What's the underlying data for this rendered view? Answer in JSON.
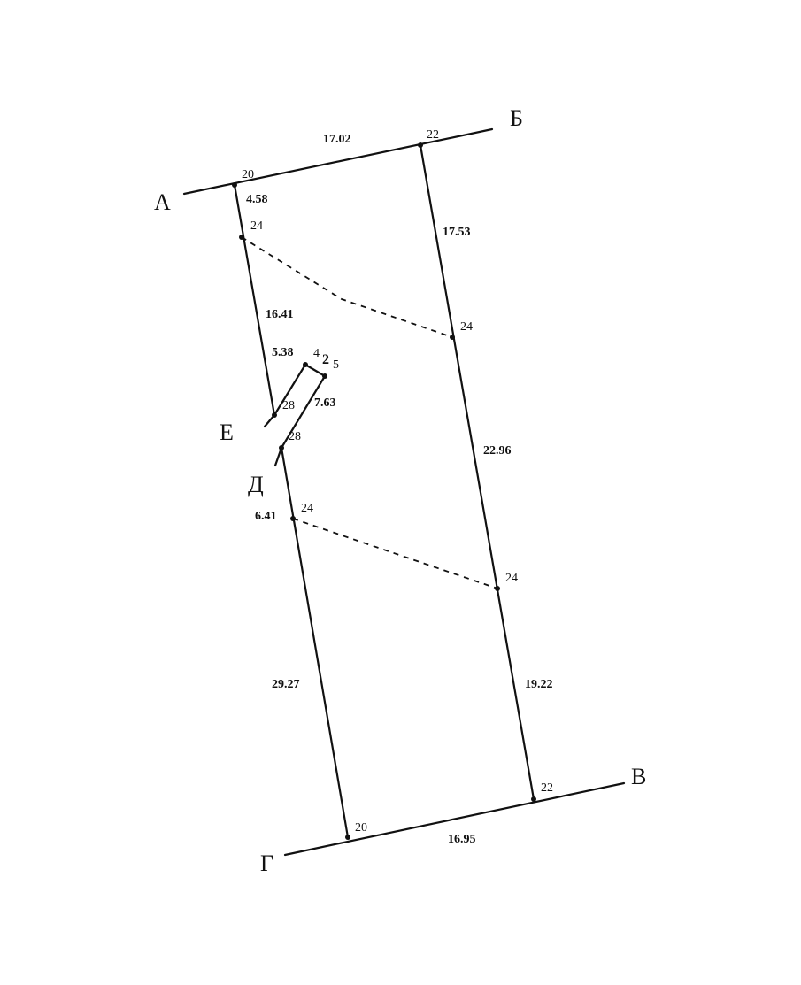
{
  "corners": {
    "a": "А",
    "b": "Б",
    "v": "В",
    "g": "Г",
    "d": "Д",
    "e": "Е"
  },
  "distances": {
    "top": "17.02",
    "bottom": "16.95",
    "left_top": "4.58",
    "left_mid": "16.41",
    "left_short": "5.38",
    "notch_inner": "7.63",
    "left_lower": "6.41",
    "left_bottom": "29.27",
    "right_top": "17.53",
    "right_mid": "22.96",
    "right_bottom": "19.22"
  },
  "elevations": {
    "a_top": "20",
    "b_top": "22",
    "left_dash1": "24",
    "right_dash1": "24",
    "notch_a": "4",
    "notch_b": "2",
    "notch_c": "5",
    "e_point": "28",
    "d_point": "28",
    "left_dash2": "24",
    "right_dash2": "24",
    "v_bottom": "22",
    "g_bottom": "20"
  }
}
